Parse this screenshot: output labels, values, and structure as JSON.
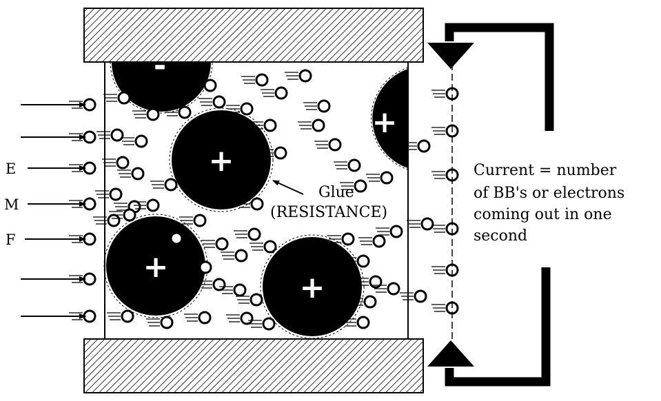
{
  "emf_letters": [
    "E",
    "M",
    "F"
  ],
  "glue_label": "Glue",
  "resistance_label": "(RESISTANCE)",
  "ion_signs": [
    "-",
    "+",
    "+",
    "+",
    "+"
  ],
  "current_caption": [
    "Current = number",
    "of BB's or electrons",
    "coming out in one",
    "second"
  ],
  "colors": {
    "ink": "#000000",
    "paper": "#ffffff"
  }
}
